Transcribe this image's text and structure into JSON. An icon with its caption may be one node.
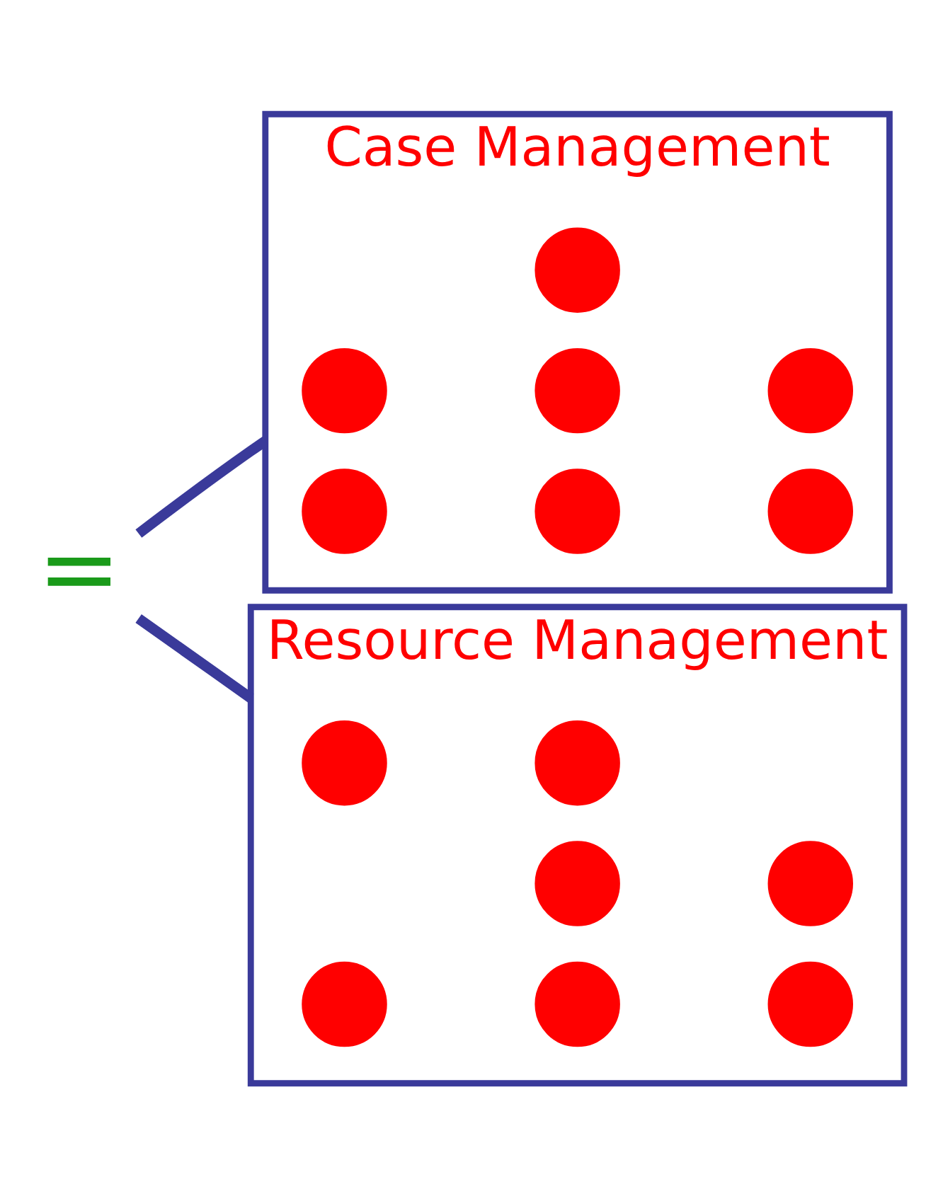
{
  "diagram": {
    "nodes": [
      {
        "text": [
          "="
        ]
      },
      {
        "text": [
          "Case Management"
        ]
      },
      {
        "text": [],
        "shape": "circle",
        "in": 1
      },
      {
        "text": [],
        "shape": "circle",
        "in": 1
      },
      {
        "text": [],
        "shape": "circle",
        "in": 1
      },
      {
        "text": [],
        "shape": "circle",
        "in": 1
      },
      {
        "text": [],
        "shape": "circle",
        "in": 1
      },
      {
        "text": [],
        "shape": "circle",
        "in": 1
      },
      {
        "text": [],
        "shape": "circle",
        "in": 1
      },
      {
        "text": [
          "Resource Management"
        ]
      },
      {
        "text": [],
        "shape": "circle",
        "in": 9
      },
      {
        "text": [],
        "shape": "circle",
        "in": 9
      },
      {
        "text": [],
        "shape": "circle",
        "in": 9
      },
      {
        "text": [],
        "shape": "circle",
        "in": 9
      },
      {
        "text": [],
        "shape": "circle",
        "in": 9
      },
      {
        "text": [],
        "shape": "circle",
        "in": 9
      },
      {
        "text": [],
        "shape": "circle",
        "in": 9
      }
    ],
    "edges": [
      {
        "from": 0,
        "to": 1,
        "arrow": "none"
      },
      {
        "from": 0,
        "to": 9,
        "arrow": "none"
      }
    ]
  }
}
